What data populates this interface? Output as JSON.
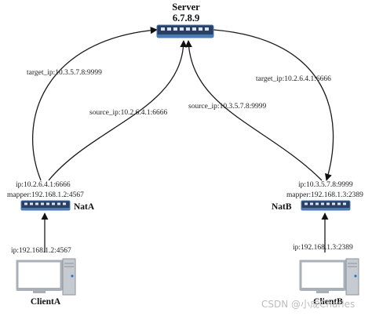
{
  "server": {
    "title": "Server",
    "ip": "6.7.8.9"
  },
  "edges": {
    "left_target": "target_ip:10.3.5.7.8:9999",
    "left_source": "source_ip:10.2.6.4.1:6666",
    "right_source": "source_ip:10.3.5.7.8:9999",
    "right_target": "target_ip:10.2.6.4.1:6666"
  },
  "nat_a": {
    "name": "NatA",
    "ip": "ip:10.2.6.4.1:6666",
    "mapper": "mapper:192.168.1.2:4567"
  },
  "nat_b": {
    "name": "NatB",
    "ip": "ip:10.3.5.7.8:9999",
    "mapper": "mapper:192.168.1.3:2389"
  },
  "client_a": {
    "name": "ClientA",
    "ip": "ip:192.168.1.2:4567"
  },
  "client_b": {
    "name": "ClientB",
    "ip": "ip:192.168.1.3:2389"
  },
  "watermark": "CSDN @小成Charles",
  "colors": {
    "switch_body": "#2b3f63",
    "switch_trim": "#4a7bb7",
    "port": "#d9e4f2",
    "ink": "#1a1a1a",
    "computer_frame": "#a9b0b8"
  }
}
